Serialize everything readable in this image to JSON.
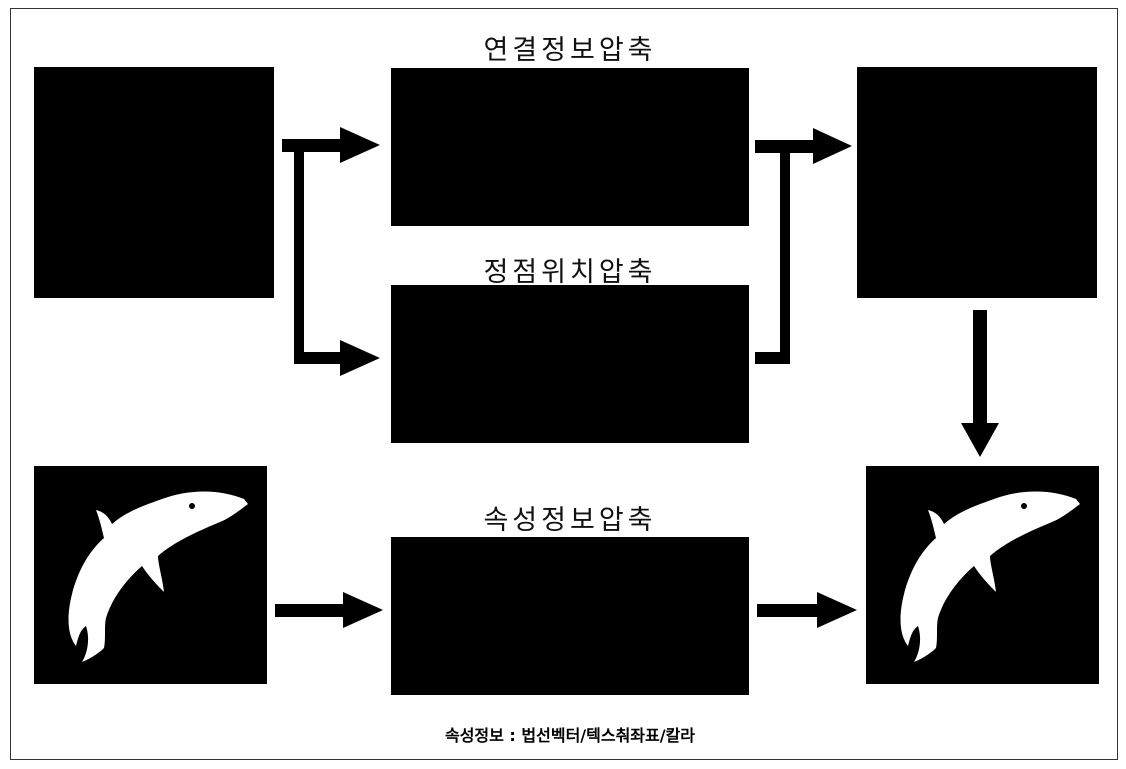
{
  "diagram": {
    "labels": {
      "connectivity": "연결정보압축",
      "vertex_position": "정점위치압축",
      "attribute": "속성정보압축"
    },
    "caption": "속성정보 : 법선벡터/텍스춰좌표/칼라",
    "colors": {
      "box": "#000000",
      "arrow": "#000000",
      "dolphin": "#ffffff",
      "background": "#ffffff"
    },
    "icons": [
      "dolphin-icon",
      "dolphin-icon"
    ]
  }
}
